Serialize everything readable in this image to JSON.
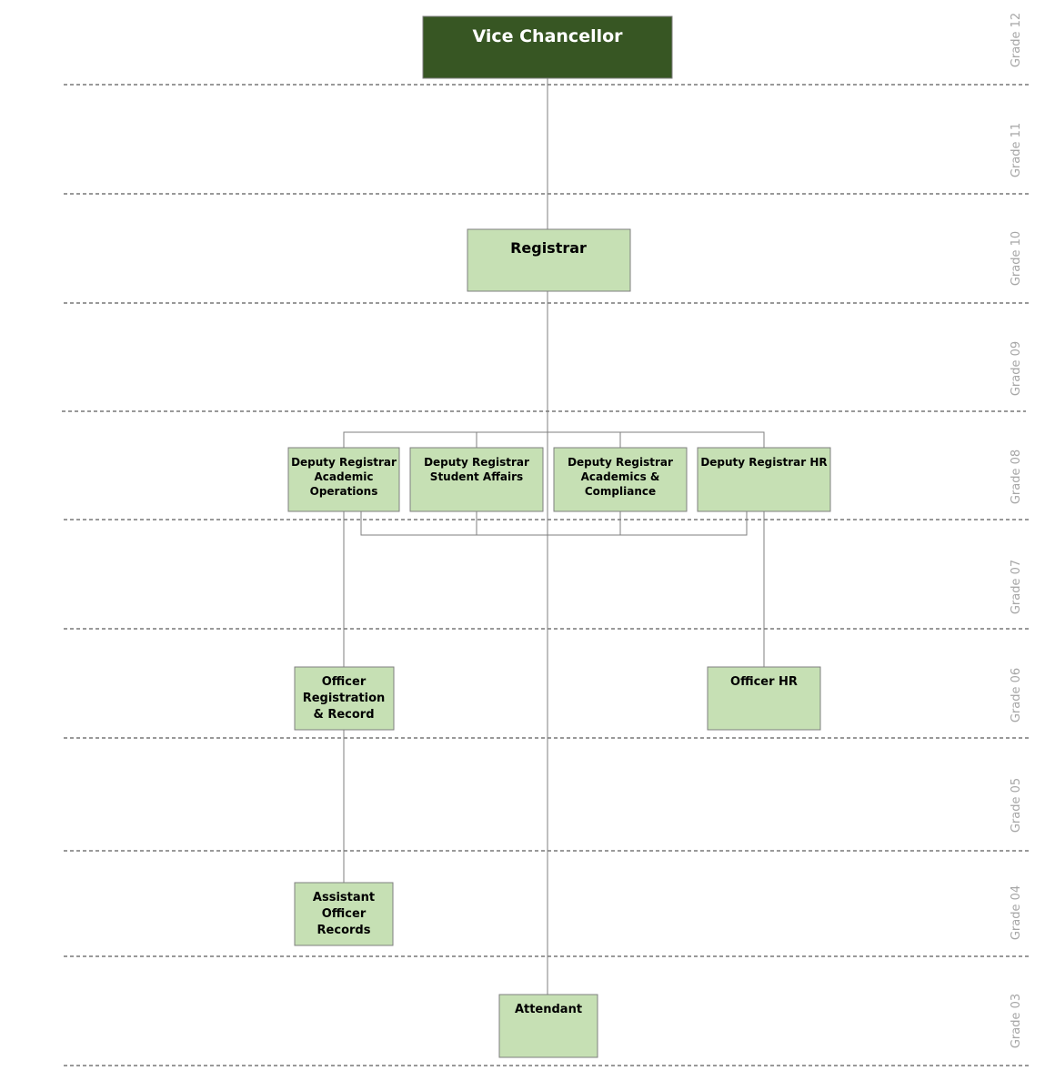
{
  "grades": [
    "Grade 12",
    "Grade 11",
    "Grade 10",
    "Grade 09",
    "Grade 08",
    "Grade 07",
    "Grade 06",
    "Grade 05",
    "Grade 04",
    "Grade 03"
  ],
  "nodes": {
    "vc": [
      "Vice Chancellor"
    ],
    "registrar": [
      "Registrar"
    ],
    "dr_academic_ops": [
      "Deputy Registrar",
      "Academic",
      "Operations"
    ],
    "dr_student_affairs": [
      "Deputy Registrar",
      "Student Affairs"
    ],
    "dr_academics_compliance": [
      "Deputy Registrar",
      "Academics &",
      "Compliance"
    ],
    "dr_hr": [
      "Deputy Registrar HR"
    ],
    "officer_registration": [
      "Officer",
      "Registration",
      "& Record"
    ],
    "officer_hr": [
      "Officer HR"
    ],
    "assistant_officer_records": [
      "Assistant",
      "Officer",
      "Records"
    ],
    "attendant": [
      "Attendant"
    ]
  },
  "colors": {
    "top_box_fill": "#375623",
    "box_fill": "#c6e0b4",
    "box_border": "#7f7f7f",
    "connector": "#7f7f7f",
    "divider": "#333333",
    "grade_label": "#a6a6a6"
  }
}
